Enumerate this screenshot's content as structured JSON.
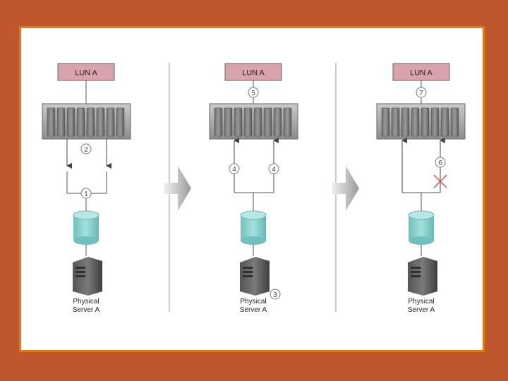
{
  "panels": [
    {
      "lun_label": "LUN A",
      "server_label_line1": "Physical",
      "server_label_line2": "Server A",
      "steps": [
        "2",
        "1"
      ]
    },
    {
      "lun_label": "LUN A",
      "server_label_line1": "Physical",
      "server_label_line2": "Server A",
      "steps": [
        "5",
        "4",
        "4",
        "3"
      ]
    },
    {
      "lun_label": "LUN A",
      "server_label_line1": "Physical",
      "server_label_line2": "Server A",
      "steps": [
        "7",
        "6"
      ]
    }
  ],
  "colors": {
    "background": "#c0562c",
    "frame": "#e07a18",
    "lun_fill": "#d9a3ab",
    "cylinder": "#8fd3cf",
    "failure_x": "#e05252"
  }
}
